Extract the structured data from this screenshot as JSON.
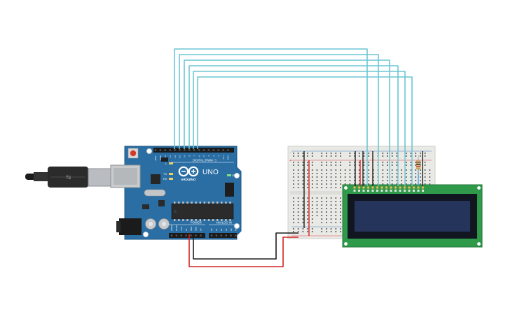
{
  "board": {
    "brand": "UNO",
    "subbrand": "ARDUINO",
    "digital_label": "DIGITAL (PWM ~)",
    "power_label": "POWER",
    "analog_label": "ANALOG IN",
    "power_pins": [
      "IOREF",
      "RESET",
      "3.3V",
      "5V",
      "GND",
      "GND",
      "Vin"
    ],
    "analog_pins": [
      "A0",
      "A1",
      "A2",
      "A3",
      "A4",
      "A5"
    ],
    "led_labels": [
      "L",
      "TX",
      "RX",
      "ON"
    ],
    "pin_labels": [
      "AREF",
      "GND",
      "13",
      "12",
      "~11",
      "~10",
      "~9",
      "8",
      "7",
      "~6",
      "~5",
      "4",
      "~3",
      "2",
      "TX 1",
      "RX 0"
    ]
  },
  "colors": {
    "board_blue": "#2a6ea4",
    "wire_cyan": "#6cc6d4",
    "wire_black": "#1e1e1e",
    "wire_red": "#d42222",
    "lcd_pcb": "#2f9a4a",
    "lcd_screen": "#25345a",
    "breadboard": "#e9e9e6",
    "usb_cable": "#2a2a2a"
  }
}
